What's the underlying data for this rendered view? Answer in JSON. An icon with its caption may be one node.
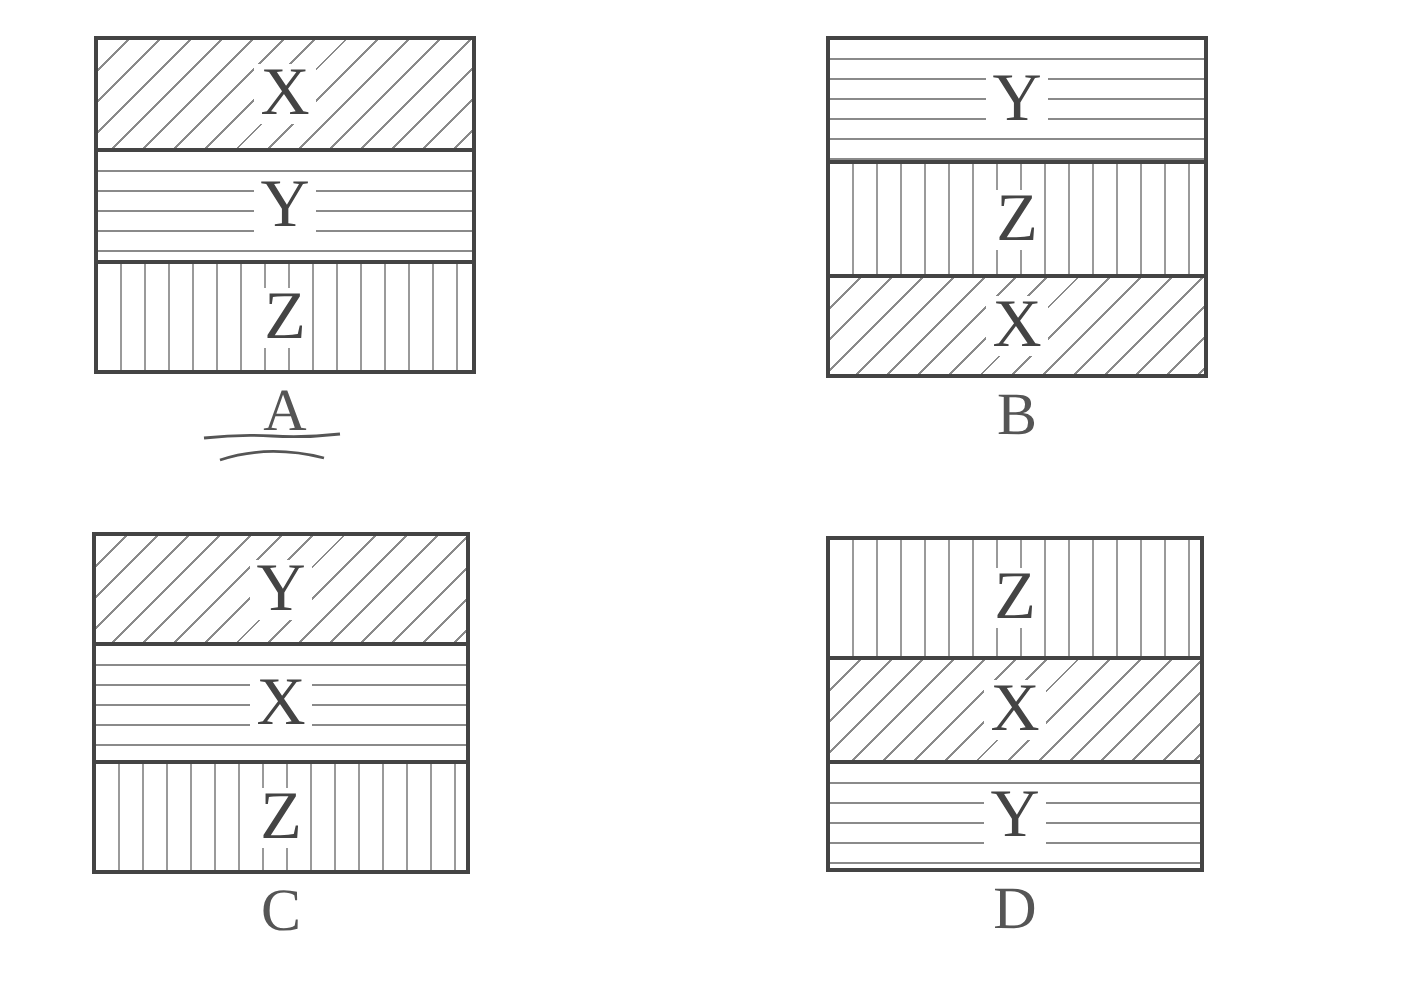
{
  "diagram": {
    "nodes": [
      {
        "text": [
          "A"
        ]
      },
      {
        "text": [
          "X"
        ],
        "in": 0
      },
      {
        "text": [
          "Y"
        ],
        "in": 0
      },
      {
        "text": [
          "Z"
        ],
        "in": 0
      },
      {
        "text": [
          "B"
        ]
      },
      {
        "text": [
          "Y"
        ],
        "in": 4
      },
      {
        "text": [
          "Z"
        ],
        "in": 4
      },
      {
        "text": [
          "X"
        ],
        "in": 4
      },
      {
        "text": [
          "C"
        ]
      },
      {
        "text": [
          "Y"
        ],
        "in": 8
      },
      {
        "text": [
          "X"
        ],
        "in": 8
      },
      {
        "text": [
          "Z"
        ],
        "in": 8
      },
      {
        "text": [
          "D"
        ]
      },
      {
        "text": [
          "Z"
        ],
        "in": 12
      },
      {
        "text": [
          "X"
        ],
        "in": 12
      },
      {
        "text": [
          "Y"
        ],
        "in": 12
      }
    ]
  }
}
